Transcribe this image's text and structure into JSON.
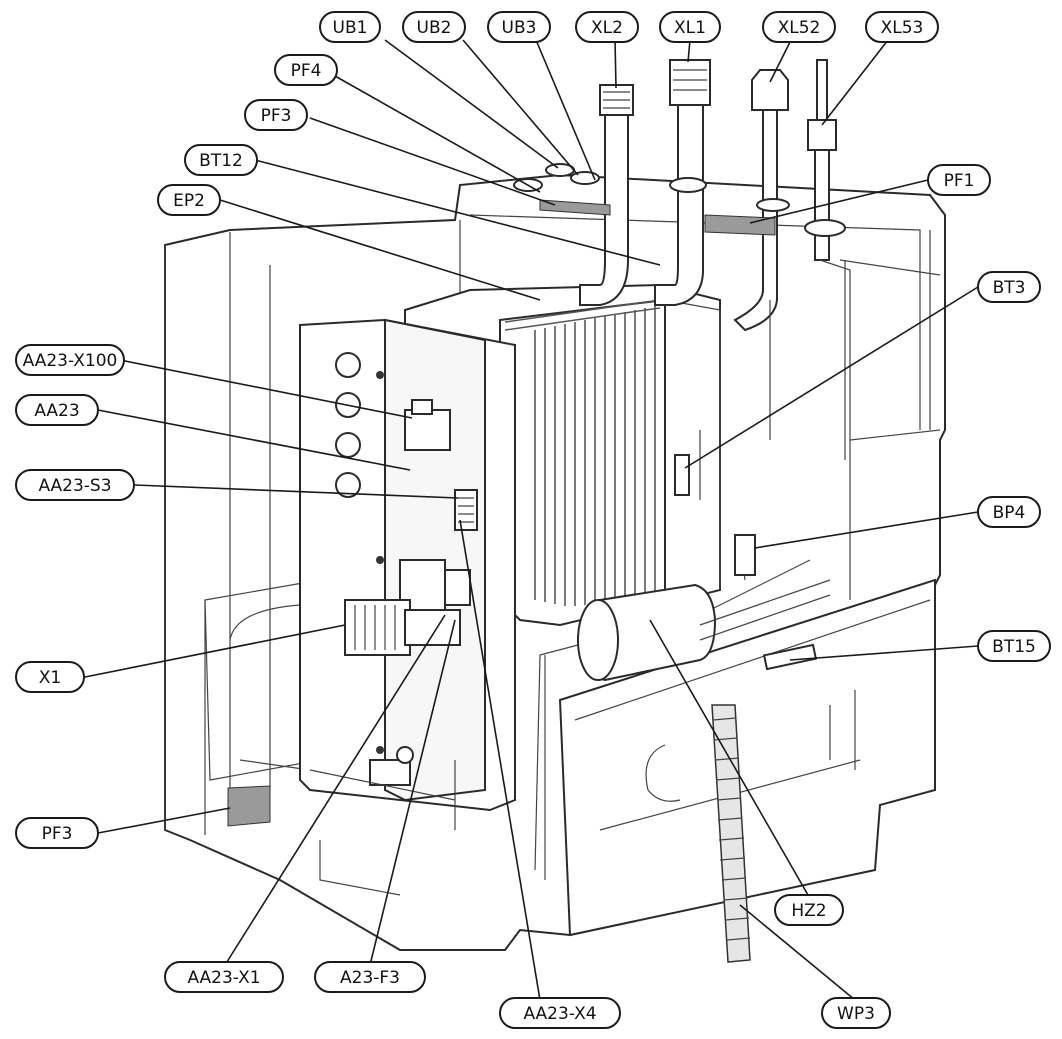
{
  "diagram": {
    "labels": {
      "ub1": "UB1",
      "ub2": "UB2",
      "ub3": "UB3",
      "xl2": "XL2",
      "xl1": "XL1",
      "xl52": "XL52",
      "xl53": "XL53",
      "pf4": "PF4",
      "pf3_top": "PF3",
      "bt12": "BT12",
      "ep2": "EP2",
      "pf1": "PF1",
      "bt3": "BT3",
      "aa23_x100": "AA23-X100",
      "aa23": "AA23",
      "aa23_s3": "AA23-S3",
      "bp4": "BP4",
      "x1": "X1",
      "bt15": "BT15",
      "pf3_bottom": "PF3",
      "hz2": "HZ2",
      "aa23_x1": "AA23-X1",
      "a23_f3": "A23-F3",
      "aa23_x4": "AA23-X4",
      "wp3": "WP3"
    },
    "colors": {
      "line": "#1a1a1a",
      "plate": "#9a9a9a",
      "label_fill": "#ffffff"
    }
  }
}
